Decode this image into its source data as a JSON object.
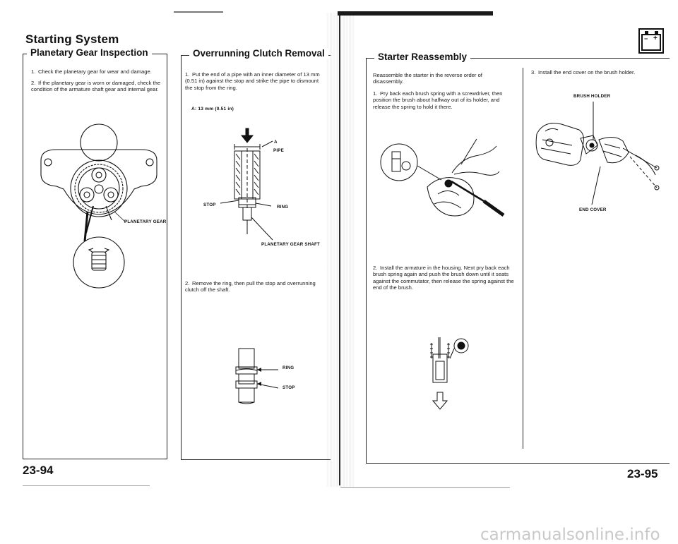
{
  "left_page": {
    "chapter_title": "Starting System",
    "sections": {
      "planetary": {
        "heading": "Planetary Gear Inspection",
        "steps": [
          {
            "num": "1.",
            "text": "Check the planetary gear for wear and damage."
          },
          {
            "num": "2.",
            "text": "If the planetary gear is worn or damaged, check the condition of the armature shaft gear and internal gear."
          }
        ],
        "fig_label": "PLANETARY GEAR"
      },
      "overrunning": {
        "heading": "Overrunning Clutch Removal",
        "steps": [
          {
            "num": "1.",
            "text": "Put the end of a pipe with an inner diameter of 13 mm (0.51 in) against the stop and strike the pipe to dismount the stop from the ring."
          },
          {
            "num": "2.",
            "text": "Remove the ring, then pull the stop and overrunning clutch off the shaft."
          }
        ],
        "dimension": "A: 13 mm (0.51 in)",
        "fig1_labels": {
          "a": "A",
          "pipe": "PIPE",
          "stop": "STOP",
          "ring": "RING",
          "shaft": "PLANETARY GEAR SHAFT"
        },
        "fig2_labels": {
          "ring": "RING",
          "stop": "STOP"
        }
      }
    },
    "page_number": "23-94"
  },
  "right_page": {
    "section": {
      "heading": "Starter Reassembly",
      "intro": "Reassemble the starter in the reverse order of disassembly.",
      "steps": [
        {
          "num": "1.",
          "text": "Pry back each brush spring with a screwdriver, then position the brush about halfway out of its holder, and release the spring to hold it there."
        },
        {
          "num": "2.",
          "text": "Install the armature in the housing. Next pry back each brush spring again and push the brush down until it seats against the commutator, then release the spring against the end of the brush."
        },
        {
          "num": "3.",
          "text": "Install the end cover on the brush holder."
        }
      ],
      "fig_labels": {
        "brush_holder": "BRUSH HOLDER",
        "end_cover": "END COVER"
      }
    },
    "battery_icon": {
      "minus": "−",
      "plus": "+"
    },
    "page_number": "23-95"
  },
  "watermark": "carmanualsonline.info"
}
